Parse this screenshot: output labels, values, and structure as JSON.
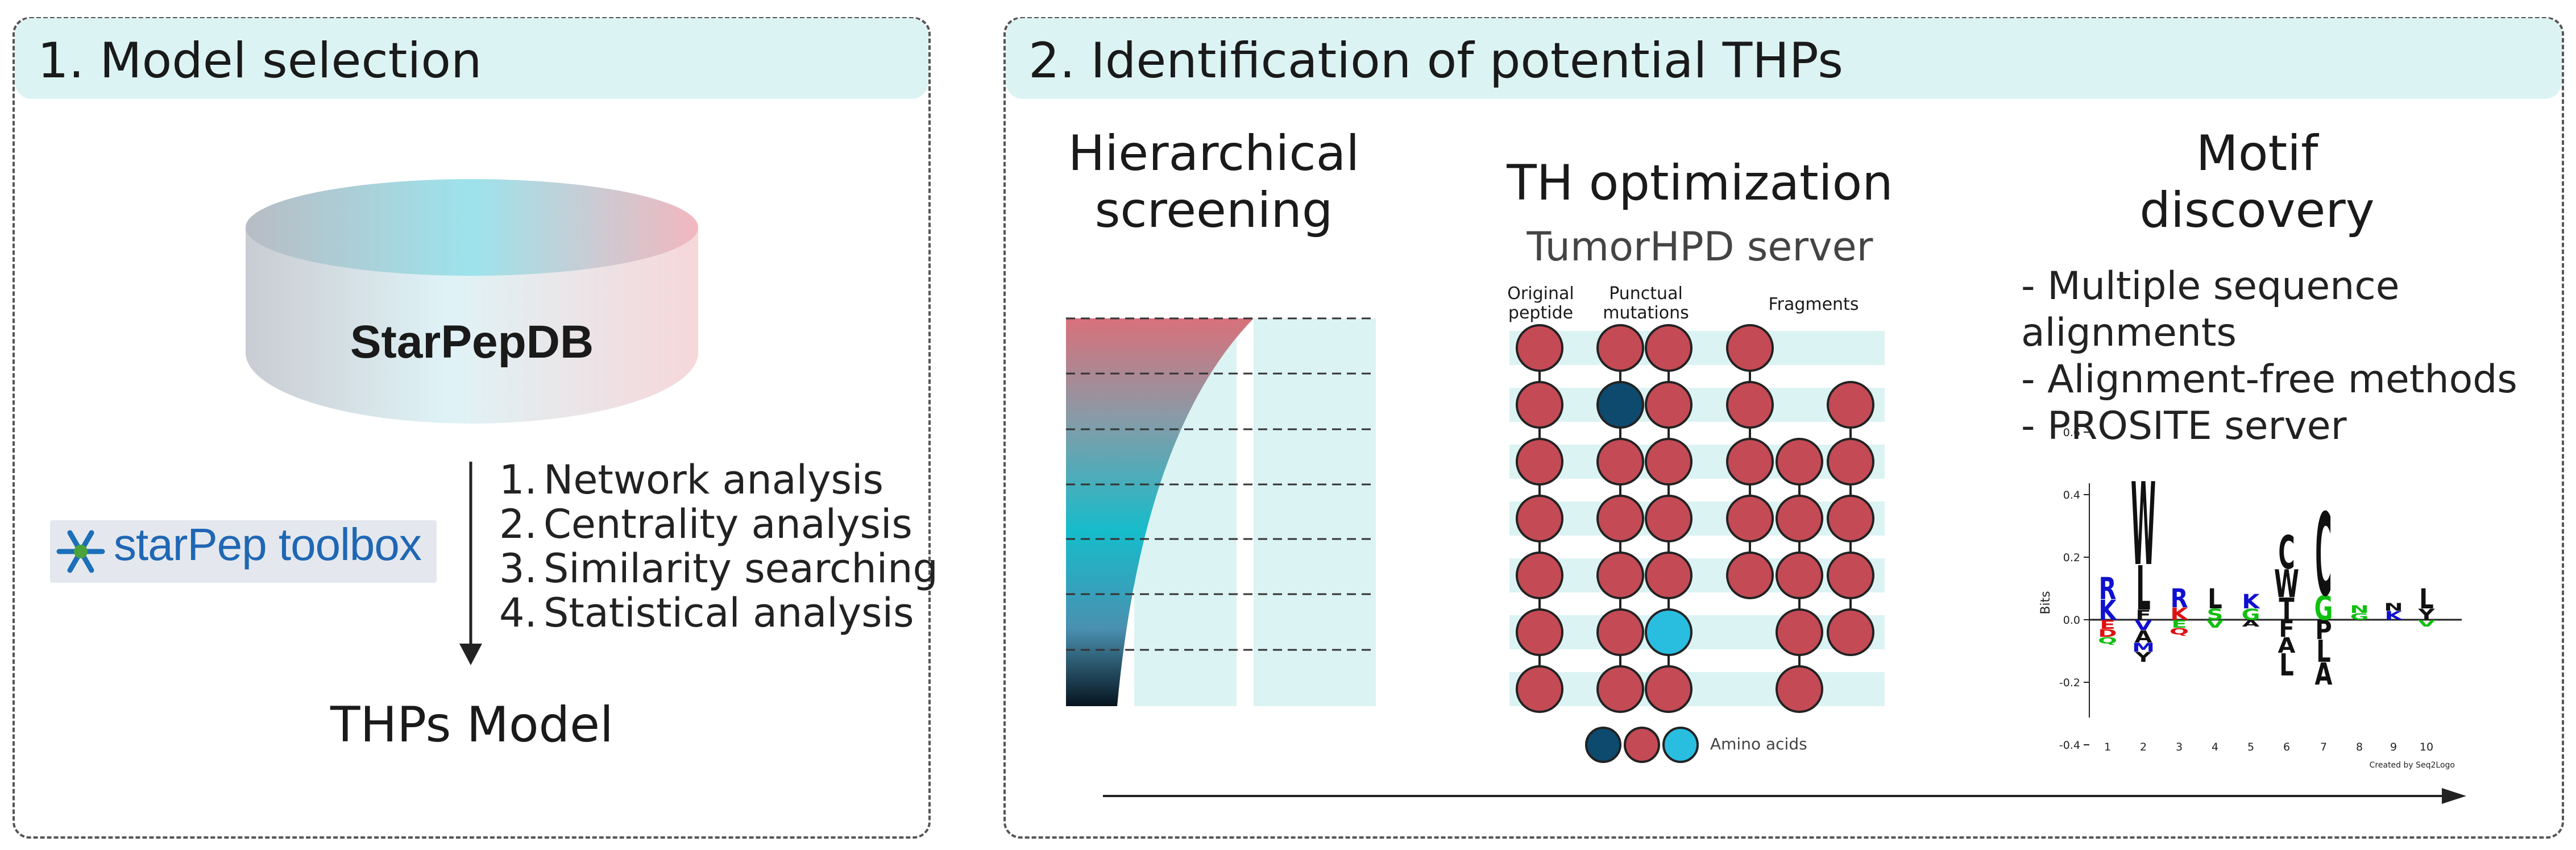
{
  "panel1": {
    "title": "1. Model selection",
    "database": "StarPepDB",
    "toolbox_logo": "starPep toolbox",
    "steps": [
      {
        "num": "1.",
        "text": "Network analysis"
      },
      {
        "num": "2.",
        "text": "Centrality analysis"
      },
      {
        "num": "3.",
        "text": "Similarity searching"
      },
      {
        "num": "4.",
        "text": "Statistical analysis"
      }
    ],
    "result": "THPs Model"
  },
  "panel2": {
    "title": "2. Identification of potential THPs",
    "screening_title": [
      "Hierarchical",
      "screening"
    ],
    "th_title": "TH optimization",
    "th_subtitle": "TumorHPD server",
    "col_labels": {
      "original": [
        "Original",
        "peptide"
      ],
      "punctual": [
        "Punctual",
        "mutations"
      ],
      "fragments": "Fragments"
    },
    "legend_label": "Amino acids",
    "motif_title": [
      "Motif",
      "discovery"
    ],
    "motif_methods": [
      [
        "- Multiple sequence",
        "alignments"
      ],
      [
        "- Alignment-free methods"
      ],
      [
        "- PROSITE server"
      ]
    ],
    "logo_plot": {
      "ylabel": "Bits",
      "yticks": [
        "0.6",
        "0.4",
        "0.2",
        "0.0",
        "-0.2",
        "-0.4"
      ],
      "xticks": [
        "1",
        "2",
        "3",
        "4",
        "5",
        "6",
        "7",
        "8",
        "9",
        "10"
      ],
      "credit": "Created by Seq2Logo"
    }
  },
  "colors": {
    "header_bg": "#dcf3f3",
    "circle_red": "#c44a55",
    "circle_dark": "#0d4a6e",
    "circle_light": "#29bde0",
    "logo_blue": "#1010d0",
    "logo_green": "#10c010",
    "logo_red": "#e01010"
  }
}
